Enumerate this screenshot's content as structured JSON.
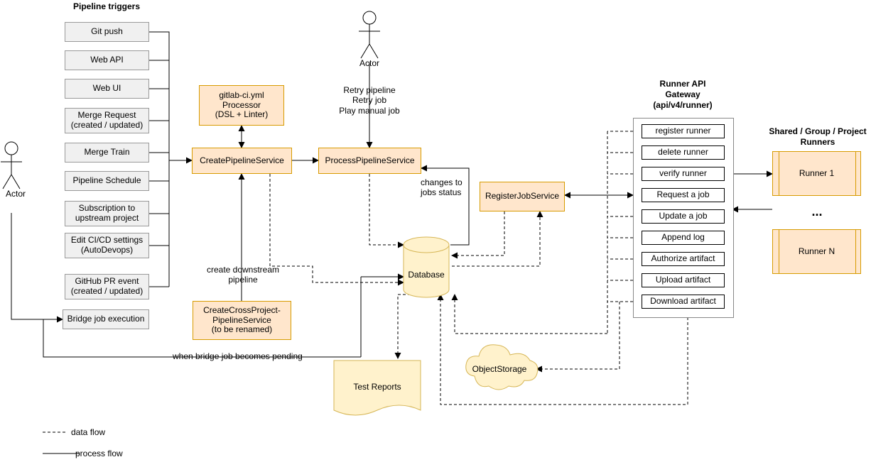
{
  "title": "GitLab CI pipeline architecture diagram",
  "sections": {
    "pipeline_triggers_title": "Pipeline triggers",
    "runner_api_gateway_title_1": "Runner API",
    "runner_api_gateway_title_2": "Gateway",
    "runner_api_gateway_title_3": "(api/v4/runner)",
    "runners_title_1": "Shared / Group / Project",
    "runners_title_2": "Runners"
  },
  "actors": [
    {
      "label": "Actor"
    },
    {
      "label": "Actor"
    }
  ],
  "triggers": [
    {
      "label": "Git push"
    },
    {
      "label": "Web API"
    },
    {
      "label": "Web UI"
    },
    {
      "label": "Merge Request\n(created / updated)"
    },
    {
      "label": "Merge Train"
    },
    {
      "label": "Pipeline Schedule"
    },
    {
      "label": "Subscription to\nupstream project"
    },
    {
      "label": "Edit CI/CD settings\n(AutoDevops)"
    },
    {
      "label": "GitHub PR event\n(created / updated)"
    },
    {
      "label": "Bridge job execution"
    }
  ],
  "services": {
    "processor": "gitlab-ci.yml\nProcessor\n(DSL + Linter)",
    "create_pipeline": "CreatePipelineService",
    "process_pipeline": "ProcessPipelineService",
    "register_job": "RegisterJobService",
    "cross_project": "CreateCrossProject-\nPipelineService\n(to be renamed)",
    "database": "Database",
    "test_reports": "Test Reports",
    "object_storage": "ObjectStorage"
  },
  "gateway_endpoints": [
    {
      "label": "register runner"
    },
    {
      "label": "delete runner"
    },
    {
      "label": "verify runner"
    },
    {
      "label": "Request a job"
    },
    {
      "label": "Update a job"
    },
    {
      "label": "Append log"
    },
    {
      "label": "Authorize artifact"
    },
    {
      "label": "Upload artifact"
    },
    {
      "label": "Download artifact"
    }
  ],
  "runners": [
    {
      "label": "Runner 1"
    },
    {
      "label": "Runner N"
    }
  ],
  "runners_ellipsis": "...",
  "edge_labels": {
    "retry": "Retry pipeline\nRetry job\nPlay manual job",
    "changes_to_jobs_status": "changes to\njobs status",
    "create_downstream_pipeline": "create downstream\npipeline",
    "bridge_pending": "when bridge job becomes pending"
  },
  "legend": [
    {
      "label": "data flow",
      "style": "dashed"
    },
    {
      "label": "process flow",
      "style": "solid"
    }
  ],
  "colors": {
    "orange_fill": "#ffe6cc",
    "orange_stroke": "#d79b00",
    "yellow_fill": "#fff2cc",
    "yellow_stroke": "#d6b656",
    "grey_fill": "#f0f0f0",
    "grey_stroke": "#999999",
    "line": "#000000"
  }
}
